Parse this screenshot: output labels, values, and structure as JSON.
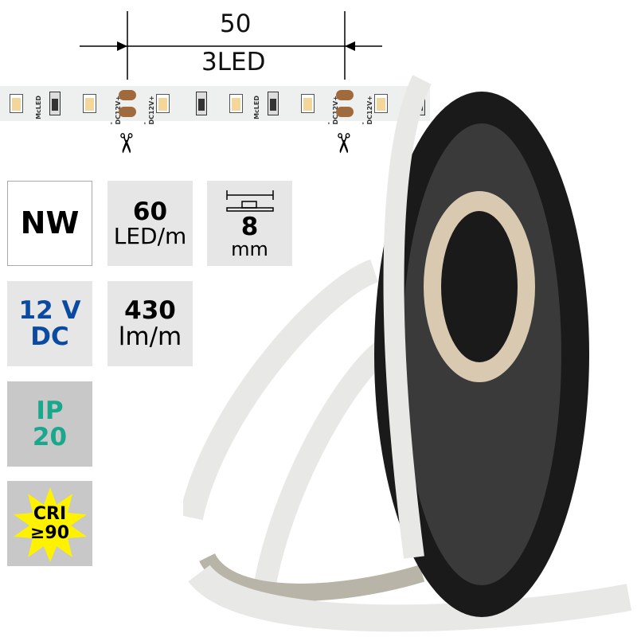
{
  "dimension": {
    "length": "50",
    "led_count": "3LED"
  },
  "strip": {
    "brand": "McLED",
    "pad_label": "-DC12V+"
  },
  "badges": {
    "color": {
      "text": "NW"
    },
    "density": {
      "value": "60",
      "unit": "LED/m"
    },
    "width": {
      "value": "8",
      "unit": "mm"
    },
    "voltage": {
      "value": "12 V",
      "unit": "DC",
      "color": "#0a4aa0"
    },
    "flux": {
      "value": "430",
      "unit": "lm/m"
    },
    "ip": {
      "label": "IP",
      "value": "20",
      "color": "#1aa88c"
    },
    "cri": {
      "label": "CRI",
      "value": "≥90",
      "star_color": "#fff200"
    }
  },
  "icons": {
    "cut": "scissors-icon",
    "width": "width-dimension-icon"
  }
}
